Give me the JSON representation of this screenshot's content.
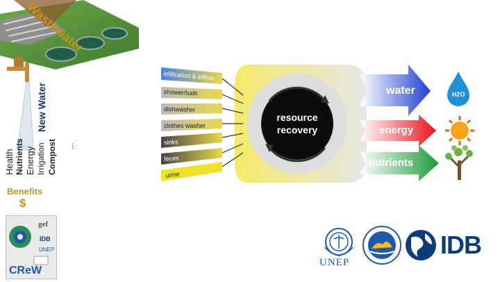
{
  "header": {
    "banner_text": "Wastewater"
  },
  "benefits": {
    "vertical_labels": [
      "Health",
      "Nutrients",
      "Energy",
      "Irrigation",
      "Compost",
      "..."
    ],
    "new_water": "New Water",
    "title": "Benefits",
    "currency_symbol": "$"
  },
  "diagram": {
    "inputs": [
      "infiltration & inflow",
      "shower/bath",
      "dishwasher",
      "clothes washer",
      "sinks",
      "feces",
      "urine"
    ],
    "center": {
      "line1": "resource",
      "line2": "recovery"
    },
    "outputs": [
      {
        "label": "water",
        "color": "#1f3fcf",
        "icon": "water-drop-icon",
        "icon_text": "H2O"
      },
      {
        "label": "energy",
        "color": "#e8141c",
        "icon": "sun-icon"
      },
      {
        "label": "nutrients",
        "color": "#1d9a3a",
        "icon": "tree-icon"
      }
    ]
  },
  "logos": {
    "gef": "gef",
    "idb_small": "IDB",
    "unep_small": "UNEP",
    "chew": "CReW",
    "unep": "UNEP",
    "idb": "IDB"
  },
  "colors": {
    "water": "#1f3fcf",
    "energy": "#e8141c",
    "nutrients": "#1d9a3a",
    "gold": "#c8941e"
  }
}
